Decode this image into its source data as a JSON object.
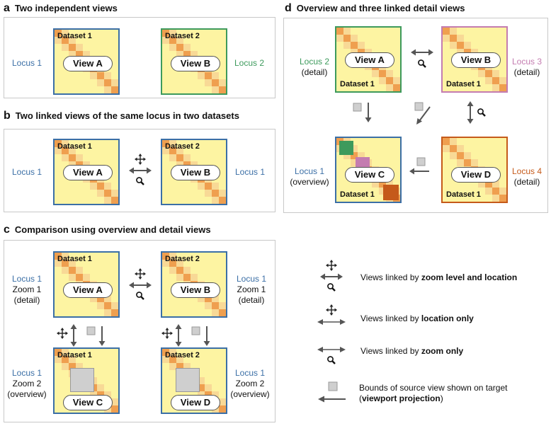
{
  "panels": {
    "a": {
      "letter": "a",
      "title": "Two independent views"
    },
    "b": {
      "letter": "b",
      "title": "Two linked views of the same locus in two datasets"
    },
    "c": {
      "letter": "c",
      "title": "Comparison using overview and detail views"
    },
    "d": {
      "letter": "d",
      "title": "Overview and three linked detail views"
    }
  },
  "views": {
    "a1": {
      "dataset": "Dataset 1",
      "name": "View A",
      "color": "#3b6fa6"
    },
    "a2": {
      "dataset": "Dataset 2",
      "name": "View B",
      "color": "#3d9a5c"
    },
    "b1": {
      "dataset": "Dataset 1",
      "name": "View A",
      "color": "#3b6fa6"
    },
    "b2": {
      "dataset": "Dataset 2",
      "name": "View B",
      "color": "#3b6fa6"
    },
    "c1": {
      "dataset": "Dataset 1",
      "name": "View A"
    },
    "c2": {
      "dataset": "Dataset 2",
      "name": "View B"
    },
    "c3": {
      "dataset": "Dataset 1",
      "name": "View C"
    },
    "c4": {
      "dataset": "Dataset 2",
      "name": "View D"
    },
    "d1": {
      "dataset": "Dataset 1",
      "name": "View A",
      "color": "#3d9a5c"
    },
    "d2": {
      "dataset": "Dataset 1",
      "name": "View B",
      "color": "#c47cb0"
    },
    "d3": {
      "dataset": "Dataset 1",
      "name": "View C",
      "color": "#3b6fa6"
    },
    "d4": {
      "dataset": "Dataset 1",
      "name": "View D",
      "color": "#c55a1a"
    }
  },
  "labels": {
    "a_left": "Locus 1",
    "a_right": "Locus 2",
    "b_left": "Locus 1",
    "b_right": "Locus 1",
    "c_a": {
      "locus": "Locus 1",
      "zoom": "Zoom 1",
      "kind": "(detail)"
    },
    "c_b": {
      "locus": "Locus 1",
      "zoom": "Zoom 1",
      "kind": "(detail)"
    },
    "c_c": {
      "locus": "Locus 1",
      "zoom": "Zoom 2",
      "kind": "(overview)"
    },
    "c_d": {
      "locus": "Locus 1",
      "zoom": "Zoom 2",
      "kind": "(overview)"
    },
    "d_a": {
      "locus": "Locus 2",
      "kind": "(detail)"
    },
    "d_b": {
      "locus": "Locus 3",
      "kind": "(detail)"
    },
    "d_c": {
      "locus": "Locus 1",
      "kind": "(overview)"
    },
    "d_d": {
      "locus": "Locus 4",
      "kind": "(detail)"
    }
  },
  "legend": {
    "zoom_location": {
      "prefix": "Views linked by ",
      "bold": "zoom level and location"
    },
    "location_only": {
      "prefix": "Views linked by ",
      "bold": "location only"
    },
    "zoom_only": {
      "prefix": "Views linked by ",
      "bold": "zoom only"
    },
    "projection": {
      "line1": "Bounds of source view shown on target",
      "open": "(",
      "bold": "viewport projection",
      "close": ")"
    }
  },
  "colors": {
    "view_fill": "#fdf4a2",
    "locus_blue": "#3b6fa6",
    "locus_green": "#3d9a5c",
    "locus_pink": "#c47cb0",
    "locus_orange": "#c55a1a",
    "icon_gray": "#555555"
  }
}
